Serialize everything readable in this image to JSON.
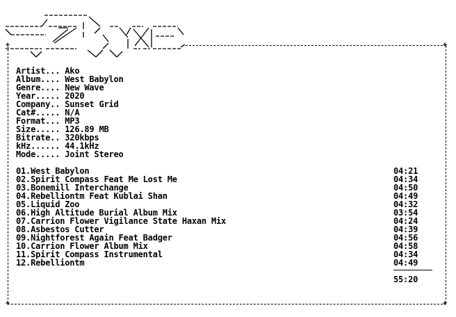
{
  "logo": {
    "name": "ascii-art-logo"
  },
  "info": [
    {
      "key": "Artist...",
      "value": "Ako"
    },
    {
      "key": "Album....",
      "value": "West Babylon"
    },
    {
      "key": "Genre....",
      "value": "New Wave"
    },
    {
      "key": "Year.....",
      "value": "2020"
    },
    {
      "key": "Company..",
      "value": "Sunset Grid"
    },
    {
      "key": "Cat#.....",
      "value": "N/A"
    },
    {
      "key": "Format...",
      "value": "MP3"
    },
    {
      "key": "Size.....",
      "value": "126.89 MB"
    },
    {
      "key": "Bitrate..",
      "value": "320kbps"
    },
    {
      "key": "kHz......",
      "value": "44.1kHz"
    },
    {
      "key": "Mode.....",
      "value": "Joint Stereo"
    }
  ],
  "tracks": [
    {
      "title": "01.West Babylon",
      "duration": "04:21"
    },
    {
      "title": "02.Spirit Compass Feat Me Lost Me",
      "duration": "04:34"
    },
    {
      "title": "03.Bonemill Interchange",
      "duration": "04:50"
    },
    {
      "title": "04.Rebelliontm Feat Kublai Shan",
      "duration": "04:49"
    },
    {
      "title": "05.Liquid Zoo",
      "duration": "04:32"
    },
    {
      "title": "06.High Altitude Burial Album Mix",
      "duration": "03:54"
    },
    {
      "title": "07.Carrion Flower Vigilance State Haxan Mix",
      "duration": "04:24"
    },
    {
      "title": "08.Asbestos Cutter",
      "duration": "04:39"
    },
    {
      "title": "09.Nightforest Again Feat Badger",
      "duration": "04:56"
    },
    {
      "title": "10.Carrion Flower Album Mix",
      "duration": "04:58"
    },
    {
      "title": "11.Spirit Compass Instrumental",
      "duration": "04:34"
    },
    {
      "title": "12.Rebelliontm",
      "duration": "04:49"
    }
  ],
  "total_duration": "55:20"
}
